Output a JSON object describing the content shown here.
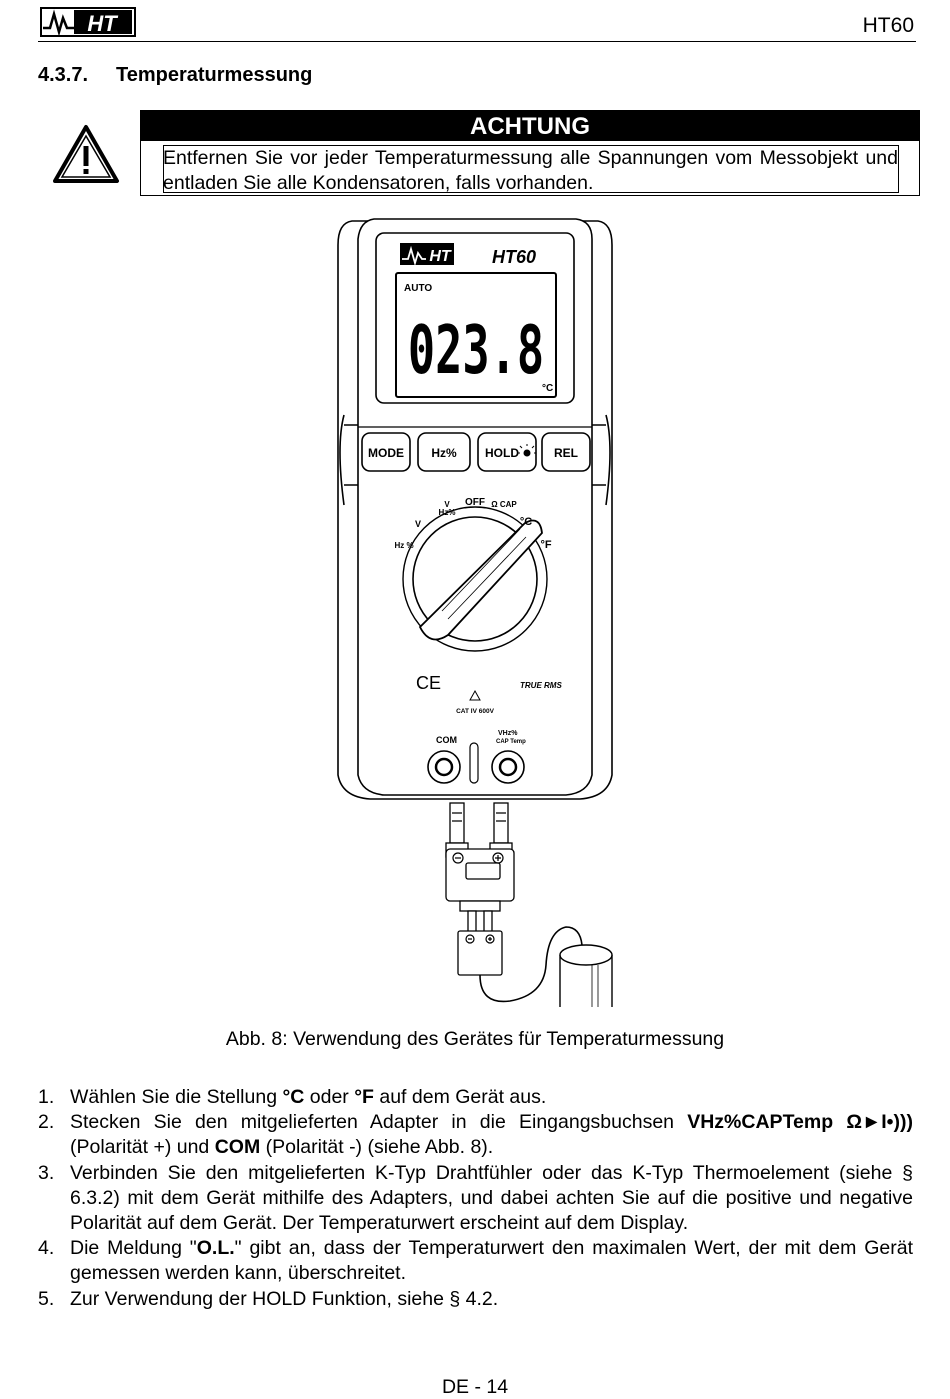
{
  "header": {
    "logo_text": "HT",
    "model": "HT60"
  },
  "section": {
    "number": "4.3.7.",
    "title": "Temperaturmessung"
  },
  "warning": {
    "title": "ACHTUNG",
    "text": "Entfernen Sie vor jeder Temperaturmessung alle Spannungen vom Messobjekt und entladen Sie alle Kondensatoren, falls vorhanden."
  },
  "figure": {
    "brand": "HT",
    "model": "HT60",
    "display_mode": "AUTO",
    "display_value": "023.8",
    "display_unit": "°C",
    "buttons": [
      "MODE",
      "Hz%",
      "HOLD",
      "REL"
    ],
    "dial_labels": [
      "OFF",
      "V",
      "Hz%",
      "V",
      "Hz %",
      "Ω CAP",
      "°C",
      "°F"
    ],
    "ce_mark": "CE",
    "true_rms": "TRUE RMS",
    "cat_rating": "CAT IV 600V",
    "input_com": "COM",
    "input_v": "VHz%",
    "input_v_sub": "CAP Temp",
    "caption": "Abb. 8: Verwendung des Gerätes für Temperaturmessung"
  },
  "steps": [
    {
      "num": "1.",
      "parts": [
        {
          "t": "Wählen Sie die Stellung ",
          "b": false
        },
        {
          "t": "°C",
          "b": true
        },
        {
          "t": " oder ",
          "b": false
        },
        {
          "t": "°F",
          "b": true
        },
        {
          "t": " auf dem Gerät aus.",
          "b": false
        }
      ]
    },
    {
      "num": "2.",
      "parts": [
        {
          "t": "Stecken Sie den mitgelieferten Adapter in die Eingangsbuchsen ",
          "b": false
        },
        {
          "t": "VHz%CAPTemp Ω",
          "b": true
        },
        {
          "t": "►I•)))",
          "b": true
        },
        {
          "t": " (Polarität +) und ",
          "b": false
        },
        {
          "t": "COM",
          "b": true
        },
        {
          "t": " (Polarität -) (siehe Abb. 8).",
          "b": false
        }
      ]
    },
    {
      "num": "3.",
      "parts": [
        {
          "t": "Verbinden Sie den mitgelieferten K-Typ Drahtfühler oder das K-Typ Thermoelement (siehe § 6.3.2) mit dem Gerät mithilfe des Adapters, und dabei achten Sie auf die positive und negative Polarität auf dem Gerät. Der Temperaturwert erscheint auf dem Display.",
          "b": false
        }
      ]
    },
    {
      "num": "4.",
      "parts": [
        {
          "t": "Die Meldung \"",
          "b": false
        },
        {
          "t": "O.L.",
          "b": true
        },
        {
          "t": "\" gibt an, dass der Temperaturwert den maximalen Wert, der mit dem Gerät gemessen werden kann, überschreitet.",
          "b": false
        }
      ]
    },
    {
      "num": "5.",
      "parts": [
        {
          "t": "Zur Verwendung der HOLD Funktion, siehe § 4.2.",
          "b": false
        }
      ]
    }
  ],
  "footer": {
    "page": "DE - 14"
  }
}
